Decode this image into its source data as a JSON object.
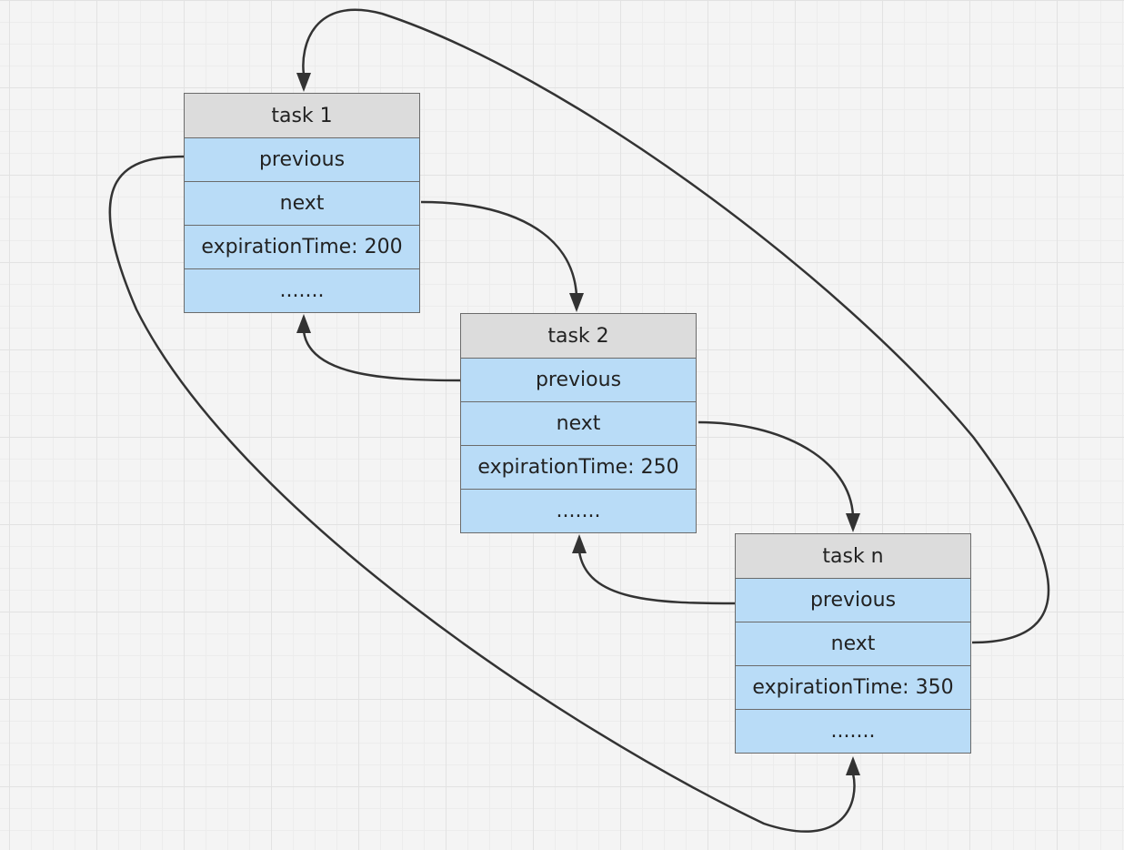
{
  "tasks": [
    {
      "title": "task 1",
      "previous_label": "previous",
      "next_label": "next",
      "expiration": "expirationTime: 200",
      "more": "......."
    },
    {
      "title": "task 2",
      "previous_label": "previous",
      "next_label": "next",
      "expiration": "expirationTime: 250",
      "more": "......."
    },
    {
      "title": "task n",
      "previous_label": "previous",
      "next_label": "next",
      "expiration": "expirationTime: 350",
      "more": "......."
    }
  ],
  "colors": {
    "header": "#dcdcdc",
    "field": "#b9dcf7",
    "border": "#6b6b6b",
    "arrow": "#333333"
  }
}
